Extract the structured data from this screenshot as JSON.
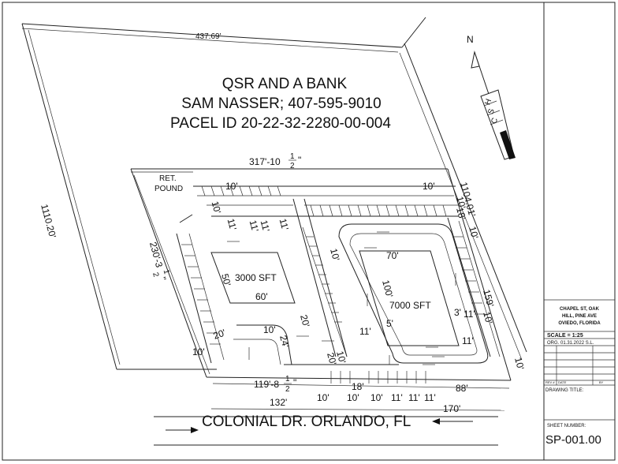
{
  "header": {
    "line1": "QSR AND A BANK",
    "line2": "SAM NASSER; 407-595-9010",
    "line3": "PACEL  ID 20-22-32-2280-00-004"
  },
  "north": {
    "letter": "N",
    "scale_letters": [
      "H",
      "S",
      "C"
    ]
  },
  "dimensions": {
    "top_property": "437.69'",
    "left_property": "1110.20'",
    "right_property": "1104.01'",
    "top_site_prefix": "317'-10",
    "frac_num": "1",
    "frac_den": "2",
    "frac_quote": "\"",
    "left_site_prefix": "230'-3",
    "bottom_left_prefix": "119'-8",
    "bottom_132": "132'",
    "bottom_88": "88'",
    "bottom_170": "170'",
    "d10": "10'",
    "d11": "11'",
    "d18": "18'",
    "d20": "20'",
    "d24": "24'",
    "d50": "50'",
    "d60": "60'",
    "d70": "70'",
    "d100": "100'",
    "d159": "159'",
    "d3": "3'",
    "d5": "5'"
  },
  "labels": {
    "ret_pond_1": "RET.",
    "ret_pond_2": "POUND",
    "building1": "3000 SFT",
    "building2": "7000 SFT"
  },
  "road": {
    "name": "COLONIAL DR. ORLANDO, FL"
  },
  "title_block": {
    "location_1": "CHAPEL ST, OAK",
    "location_2": "HILL, PINE AVE",
    "location_3": "OVIEDO, FLORIDA",
    "scale": "SCALE = 1:25",
    "org": "ORG. 01.31.2022 S.L.",
    "rev_header": [
      "REV #",
      "DATE",
      "BY"
    ],
    "drawing_title_label": "DRAWING TITLE:",
    "sheet_number_label": "SHEET NUMBER:",
    "sheet_number": "SP-001.00"
  }
}
